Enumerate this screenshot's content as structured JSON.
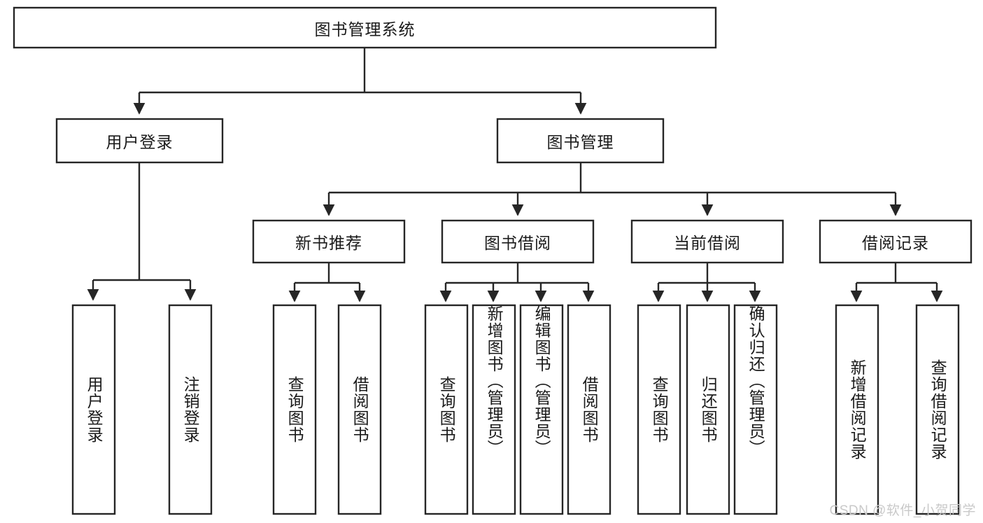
{
  "diagram": {
    "title": "图书管理系统",
    "watermark": "CSDN @软件_小贺同学",
    "colors": {
      "box_stroke": "#262626",
      "box_fill": "#ffffff",
      "text": "#1a1a1a",
      "watermark": "#c9c9c9",
      "background": "#ffffff"
    },
    "root": {
      "label": "图书管理系统"
    },
    "level2": [
      {
        "label": "用户登录"
      },
      {
        "label": "图书管理"
      }
    ],
    "level3": [
      {
        "label": "新书推荐"
      },
      {
        "label": "图书借阅"
      },
      {
        "label": "当前借阅"
      },
      {
        "label": "借阅记录"
      }
    ],
    "leaves": {
      "user_login": [
        {
          "label": "用户登录"
        },
        {
          "label": "注销登录"
        }
      ],
      "new_book_recommend": [
        {
          "label": "查询图书"
        },
        {
          "label": "借阅图书"
        }
      ],
      "book_borrow": [
        {
          "label": "查询图书"
        },
        {
          "label": "新增图书（管理员）"
        },
        {
          "label": "编辑图书（管理员）"
        },
        {
          "label": "借阅图书"
        }
      ],
      "current_borrow": [
        {
          "label": "查询图书"
        },
        {
          "label": "归还图书"
        },
        {
          "label": "确认归还（管理员）"
        }
      ],
      "borrow_record": [
        {
          "label": "新增借阅记录"
        },
        {
          "label": "查询借阅记录"
        }
      ]
    }
  }
}
